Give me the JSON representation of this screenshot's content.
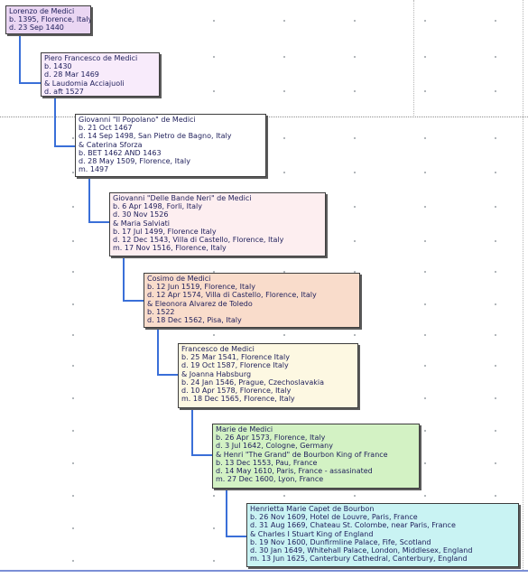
{
  "theme": {
    "connector_color": "#3a6fd8",
    "text_color": "#1e1e5a"
  },
  "people": [
    {
      "id": "lorenzo",
      "color": "#ead6f3",
      "lines": [
        "Lorenzo de Medici",
        "b. 1395, Florence, Italy",
        "d. 23 Sep 1440"
      ]
    },
    {
      "id": "piero",
      "color": "#f8ebfb",
      "lines": [
        "Piero Francesco de Medici",
        "b. 1430",
        "d. 28 Mar 1469",
        "& Laudomia Acciajuoli",
        "d. aft 1527"
      ]
    },
    {
      "id": "giovanni-popolano",
      "color": "#ffffff",
      "lines": [
        "Giovanni \"Il Popolano\" de Medici",
        "b. 21 Oct 1467",
        "d. 14 Sep 1498, San Pietro de Bagno, Italy",
        "& Caterina Sforza",
        "b. BET 1462 AND 1463",
        "d. 28 May 1509, Florence, Italy",
        "m. 1497"
      ]
    },
    {
      "id": "giovanni-bande-neri",
      "color": "#fdeef0",
      "lines": [
        "Giovanni \"Delle Bande Neri\" de Medici",
        "b. 6 Apr 1498, Forli, Italy",
        "d. 30 Nov 1526",
        "& Maria Salviati",
        "b. 17 Jul 1499, Florence Italy",
        "d. 12 Dec 1543, Villa di Castello, Florence, Italy",
        "m. 17 Nov 1516, Florence, Italy"
      ]
    },
    {
      "id": "cosimo",
      "color": "#f9dccb",
      "lines": [
        "Cosimo de Medici",
        "b. 12 Jun 1519, Florence, Italy",
        "d. 12 Apr 1574, Villa di Castello, Florence, Italy",
        "& Eleonora Alvarez de Toledo",
        "b. 1522",
        "d. 18 Dec 1562, Pisa, Italy"
      ]
    },
    {
      "id": "francesco",
      "color": "#fdf8e2",
      "lines": [
        "Francesco de Medici",
        "b. 25 Mar 1541, Florence Italy",
        "d. 19 Oct 1587, Florence Italy",
        "& Joanna Habsburg",
        "b. 24 Jan 1546, Prague, Czechoslavakia",
        "d. 10 Apr 1578, Florence, Italy",
        "m. 18 Dec 1565, Florence, Italy"
      ]
    },
    {
      "id": "marie",
      "color": "#d3f2c4",
      "lines": [
        "Marie de Medici",
        "b. 26 Apr 1573, Florence, Italy",
        "d. 3 Jul 1642, Cologne, Germany",
        "& Henri \"The Grand\" de Bourbon King of France",
        "b. 13 Dec 1553, Pau, France",
        "d. 14 May 1610, Paris, France - assasinated",
        "m. 27 Dec 1600, Lyon, France"
      ]
    },
    {
      "id": "henrietta",
      "color": "#c9f3f3",
      "lines": [
        "Henrietta Marie Capet de Bourbon",
        "b. 26 Nov 1609, Hotel de Louvre, Paris, France",
        "d. 31 Aug 1669, Chateau St. Colombe, near Paris, France",
        "& Charles I Stuart King of England",
        "b. 19 Nov 1600, Dunfirmline Palace, Fife, Scotland",
        "d. 30 Jan 1649, Whitehall Palace, London, Middlesex, England",
        "m. 13 Jun 1625, Canterbury Cathedral, Canterbury, England"
      ]
    }
  ]
}
